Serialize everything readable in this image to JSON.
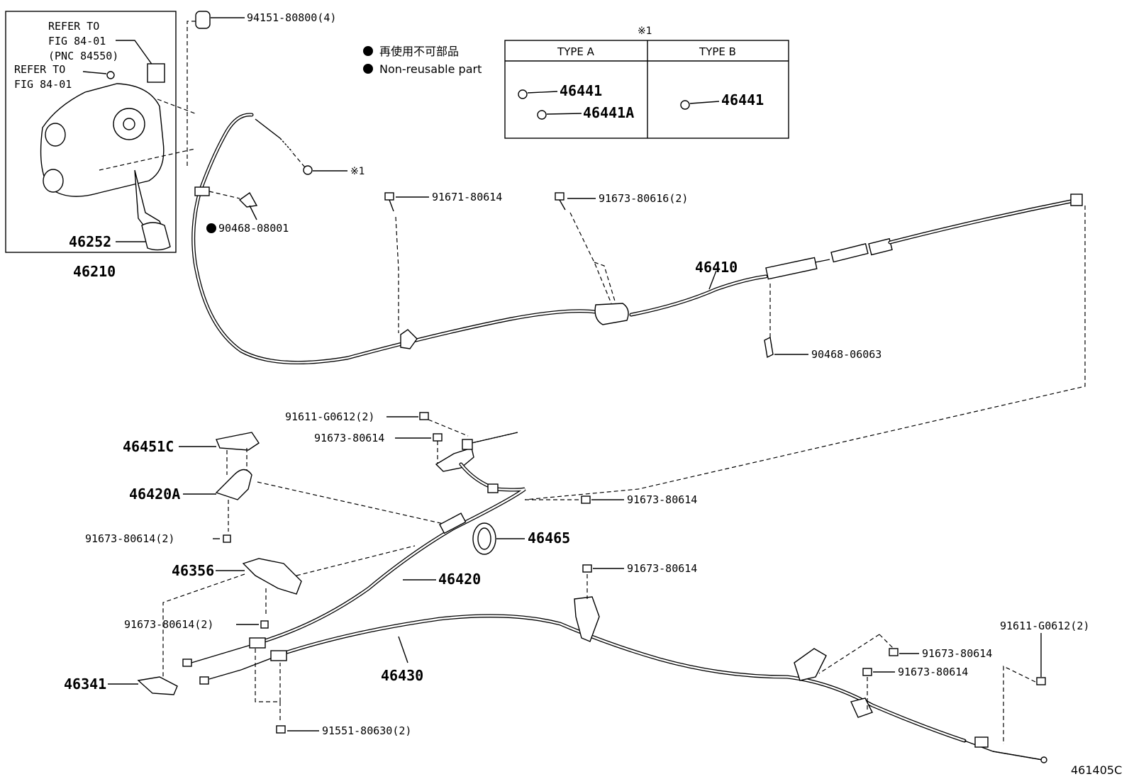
{
  "inset": {
    "refer_block_1": [
      "REFER TO",
      "FIG 84-01",
      "(PNC 84550)"
    ],
    "refer_block_2": [
      "REFER TO",
      "FIG 84-01"
    ],
    "part_pedal_pad": "46252",
    "assembly_number": "46210"
  },
  "legend": {
    "marker_symbol": "●",
    "line_japanese": "再使用不可部品",
    "line_english": "Non-reusable part"
  },
  "type_table": {
    "note_mark": "※1",
    "col_a_header": "TYPE A",
    "col_b_header": "TYPE B",
    "col_a_parts": [
      "46441",
      "46441A"
    ],
    "col_b_parts": [
      "46441"
    ]
  },
  "parts": {
    "p94151": "94151-80800(4)",
    "note_ref": "※1",
    "p90468_08001": "90468-08001",
    "p91671": "91671-80614",
    "p91673_80616": "91673-80616(2)",
    "p46410": "46410",
    "p90468_06063": "90468-06063",
    "p91611_a": "91611-G0612(2)",
    "p91673_a": "91673-80614",
    "p46451C": "46451C",
    "p46420A": "46420A",
    "p91673_b": "91673-80614",
    "p91673_2a": "91673-80614(2)",
    "p46465": "46465",
    "p46356": "46356",
    "p46420": "46420",
    "p91673_c": "91673-80614",
    "p91673_2b": "91673-80614(2)",
    "p46430": "46430",
    "p46341": "46341",
    "p91551": "91551-80630(2)",
    "p91611_b": "91611-G0612(2)",
    "p91673_d": "91673-80614",
    "p91673_e": "91673-80614"
  },
  "footer": {
    "figure_code": "461405C"
  }
}
